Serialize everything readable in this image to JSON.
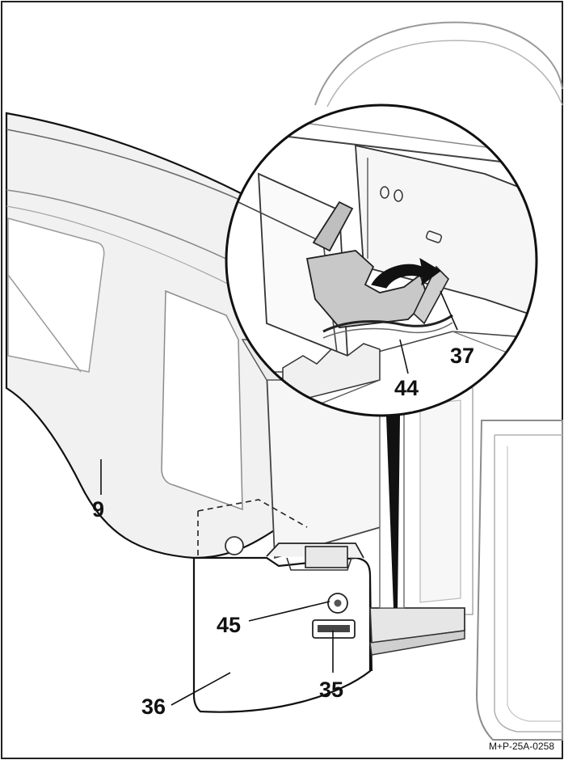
{
  "figure": {
    "reference_code": "M+P-25A-0258",
    "callouts": {
      "c9": "9",
      "c35": "35",
      "c36": "36",
      "c37": "37",
      "c44": "44",
      "c45": "45"
    }
  }
}
